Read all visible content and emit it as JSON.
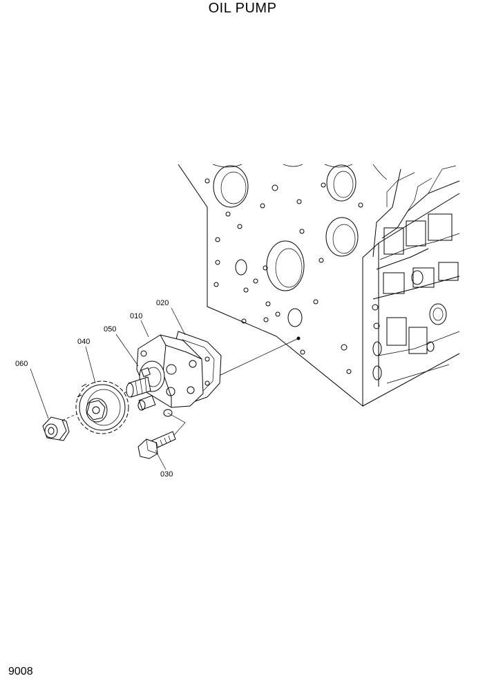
{
  "title": "OIL PUMP",
  "page_number": "9008",
  "callouts": [
    {
      "id": "010",
      "part": "oil-pump-body"
    },
    {
      "id": "020",
      "part": "gasket"
    },
    {
      "id": "030",
      "part": "bolt"
    },
    {
      "id": "040",
      "part": "gear"
    },
    {
      "id": "050",
      "part": "drive-shaft"
    },
    {
      "id": "060",
      "part": "nut"
    }
  ]
}
